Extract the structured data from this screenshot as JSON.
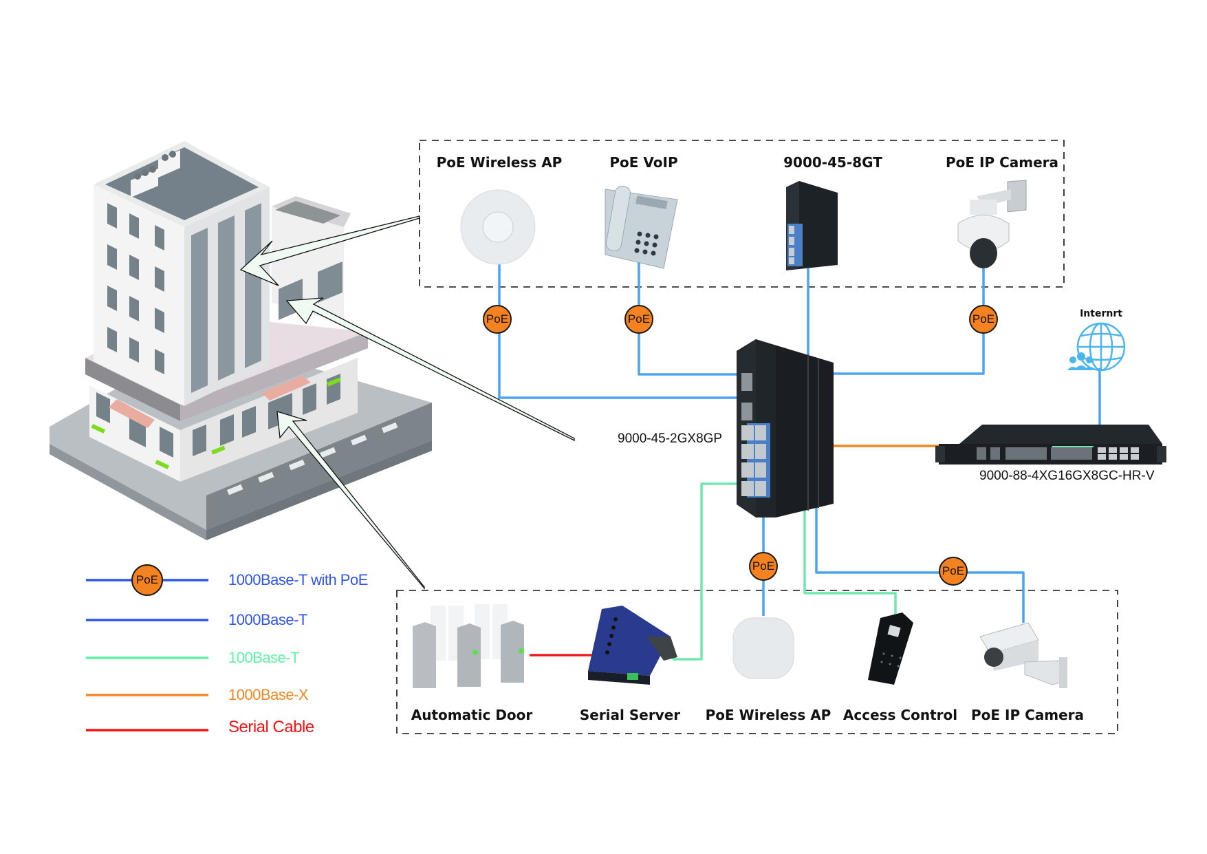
{
  "top_group": {
    "devices": [
      {
        "label": "PoE Wireless AP",
        "icon": "ceiling-access-point-icon",
        "link": "1000Base-T with PoE"
      },
      {
        "label": "PoE VoIP",
        "icon": "ip-phone-icon",
        "link": "1000Base-T with PoE"
      },
      {
        "label": "9000-45-8GT",
        "icon": "din-rail-switch-icon",
        "link": "1000Base-T"
      },
      {
        "label": "PoE IP Camera",
        "icon": "dome-camera-icon",
        "link": "1000Base-T with PoE"
      }
    ]
  },
  "core_switch": {
    "label": "9000-45-2GX8GP",
    "icon": "industrial-poe-switch-icon"
  },
  "aggregation_switch": {
    "label": "9000-88-4XG16GX8GC-HR-V",
    "icon": "rack-switch-icon",
    "link": "1000Base-X"
  },
  "internet": {
    "label": "Internrt",
    "icon": "globe-users-icon",
    "link": "1000Base-T"
  },
  "bottom_group": {
    "devices": [
      {
        "label": "Automatic Door",
        "icon": "turnstile-gate-icon",
        "link": "Serial Cable"
      },
      {
        "label": "Serial Server",
        "icon": "serial-device-server-icon",
        "link": "100Base-T"
      },
      {
        "label": "PoE Wireless AP",
        "icon": "wall-access-point-icon",
        "link": "1000Base-T with PoE"
      },
      {
        "label": "Access Control",
        "icon": "keypad-reader-icon",
        "link": "100Base-T"
      },
      {
        "label": "PoE IP Camera",
        "icon": "bullet-camera-icon",
        "link": "1000Base-T with PoE"
      }
    ]
  },
  "poe_badge": "PoE",
  "building": {
    "icon": "office-building-icon"
  },
  "legend": [
    {
      "label": "1000Base-T with PoE",
      "color": "#2f54eb",
      "line_color": "#2f54eb",
      "has_poe": true
    },
    {
      "label": "1000Base-T",
      "color": "#2f54eb",
      "line_color": "#2f54eb",
      "has_poe": false
    },
    {
      "label": "100Base-T",
      "color": "#5ef2a6",
      "line_color": "#5ef2a6",
      "has_poe": false
    },
    {
      "label": "1000Base-X",
      "color": "#f5861f",
      "line_color": "#f5861f",
      "has_poe": false
    },
    {
      "label": "Serial Cable",
      "color": "#ff1010",
      "line_color": "#ff1010",
      "has_poe": false
    }
  ],
  "colors": {
    "link_1000t": "#4aa3f0",
    "link_100t": "#6fe8ae",
    "link_1000x": "#f5861f",
    "link_serial": "#ee1c1c",
    "poe_badge": "#f58220"
  }
}
